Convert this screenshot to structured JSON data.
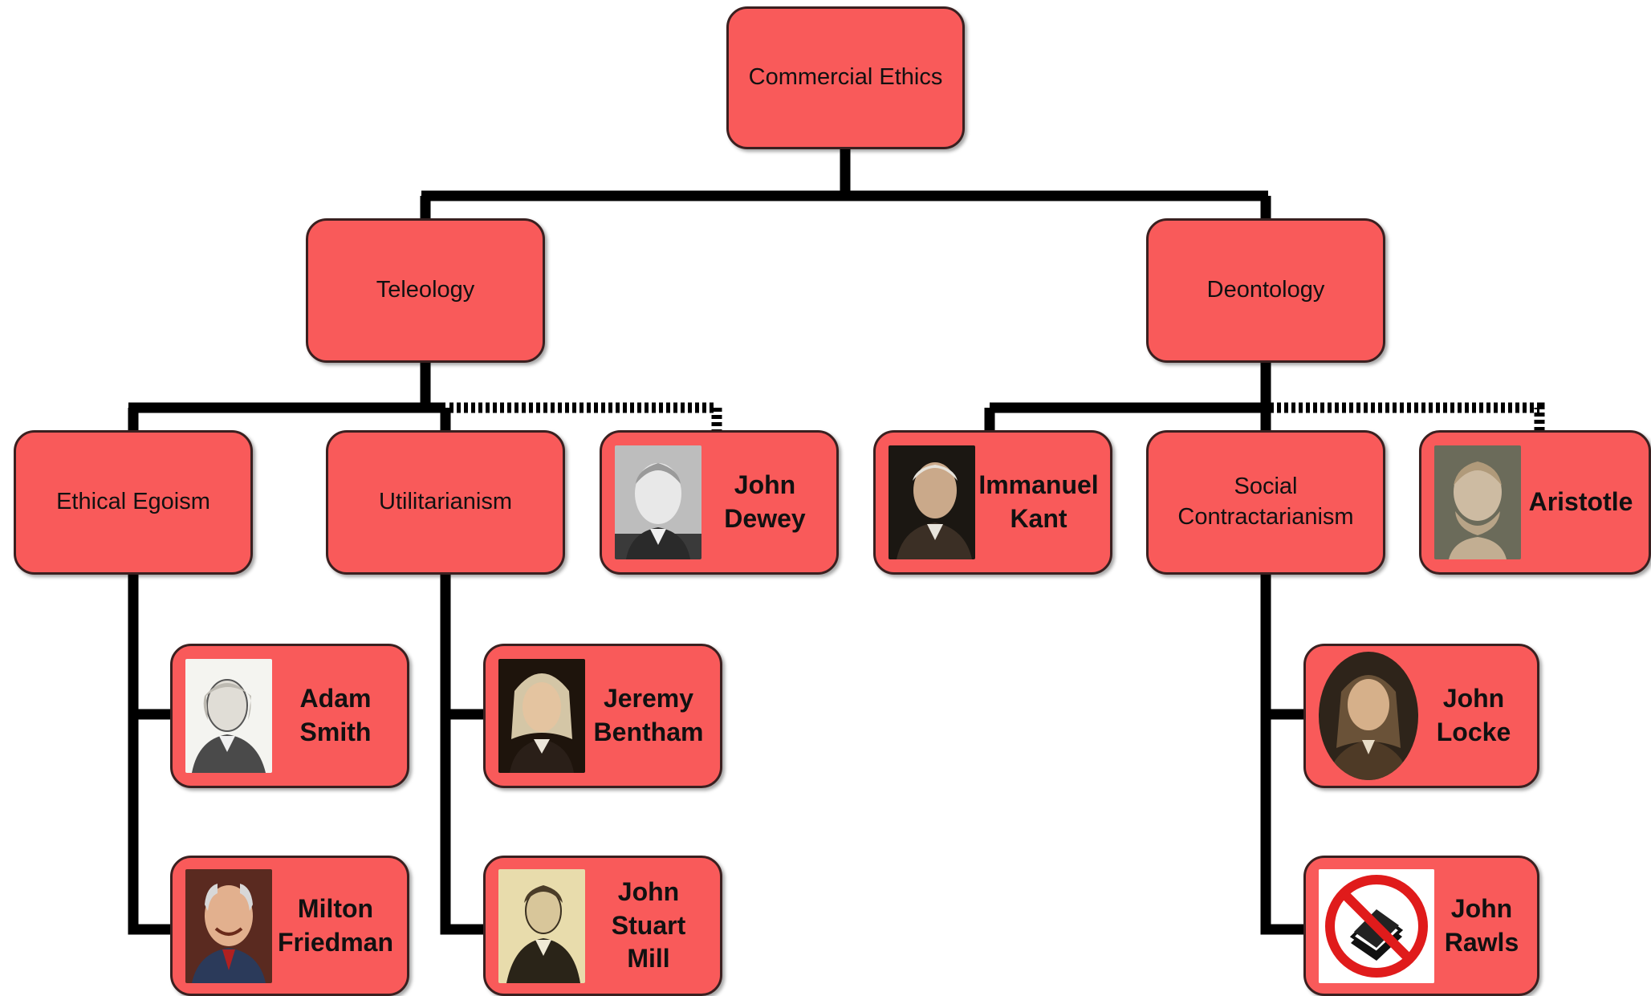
{
  "root": {
    "label": "Commercial Ethics"
  },
  "branches": {
    "teleology": {
      "label": "Teleology"
    },
    "deontology": {
      "label": "Deontology"
    }
  },
  "theories": {
    "ethical_egoism": {
      "label": "Ethical Egoism"
    },
    "utilitarianism": {
      "label": "Utilitarianism"
    },
    "social_contractarianism": {
      "label": "Social\nContractarianism"
    }
  },
  "people": {
    "john_dewey": {
      "name": "John\nDewey",
      "icon": "portrait"
    },
    "immanuel_kant": {
      "name": "Immanuel\nKant",
      "icon": "portrait"
    },
    "aristotle": {
      "name": "Aristotle",
      "icon": "bust-portrait"
    },
    "adam_smith": {
      "name": "Adam\nSmith",
      "icon": "portrait"
    },
    "milton_friedman": {
      "name": "Milton\nFriedman",
      "icon": "portrait"
    },
    "jeremy_bentham": {
      "name": "Jeremy\nBentham",
      "icon": "portrait"
    },
    "john_stuart_mill": {
      "name": "John\nStuart\nMill",
      "icon": "portrait"
    },
    "john_locke": {
      "name": "John\nLocke",
      "icon": "portrait"
    },
    "john_rawls": {
      "name": "John\nRawls",
      "icon": "no-book-icon"
    }
  },
  "colors": {
    "node_fill": "#f95a5a",
    "node_border": "#3a2020",
    "connector": "#000000"
  }
}
